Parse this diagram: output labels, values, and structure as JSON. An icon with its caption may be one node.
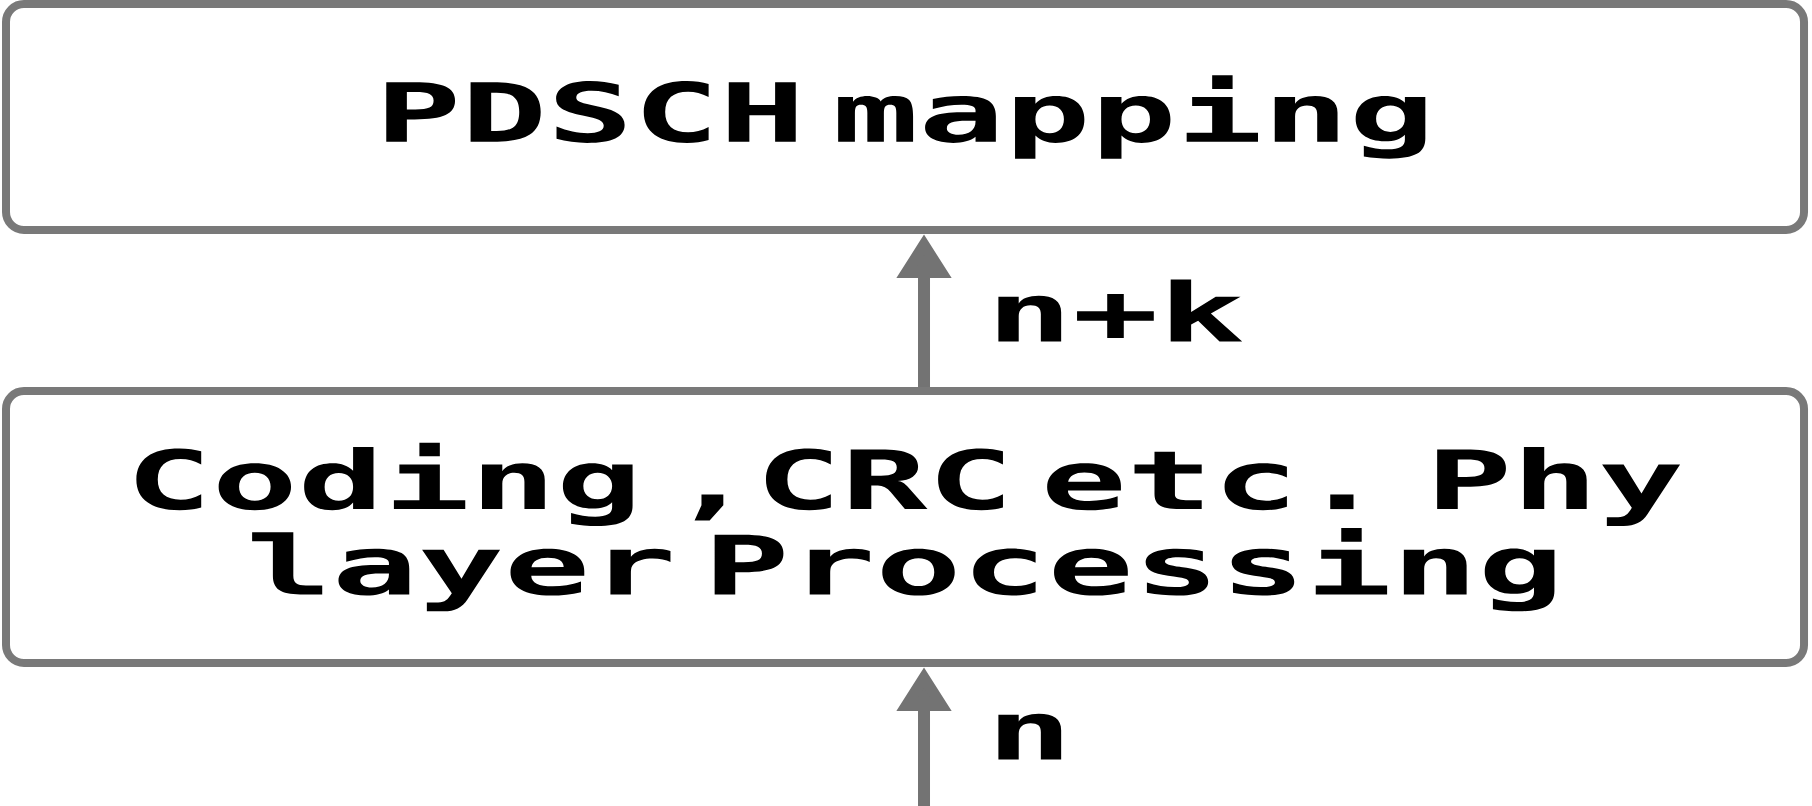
{
  "diagram": {
    "nodes": [
      {
        "text": [
          "PDSCH mapping"
        ]
      },
      {
        "text": [
          "Coding ,CRC etc. Phy layer Processing"
        ]
      }
    ],
    "edges": [
      {
        "from": 1,
        "to": 0,
        "arrow": "to",
        "label": "n+k"
      },
      {
        "from": null,
        "to": 1,
        "arrow": "to",
        "label": "n"
      }
    ]
  }
}
